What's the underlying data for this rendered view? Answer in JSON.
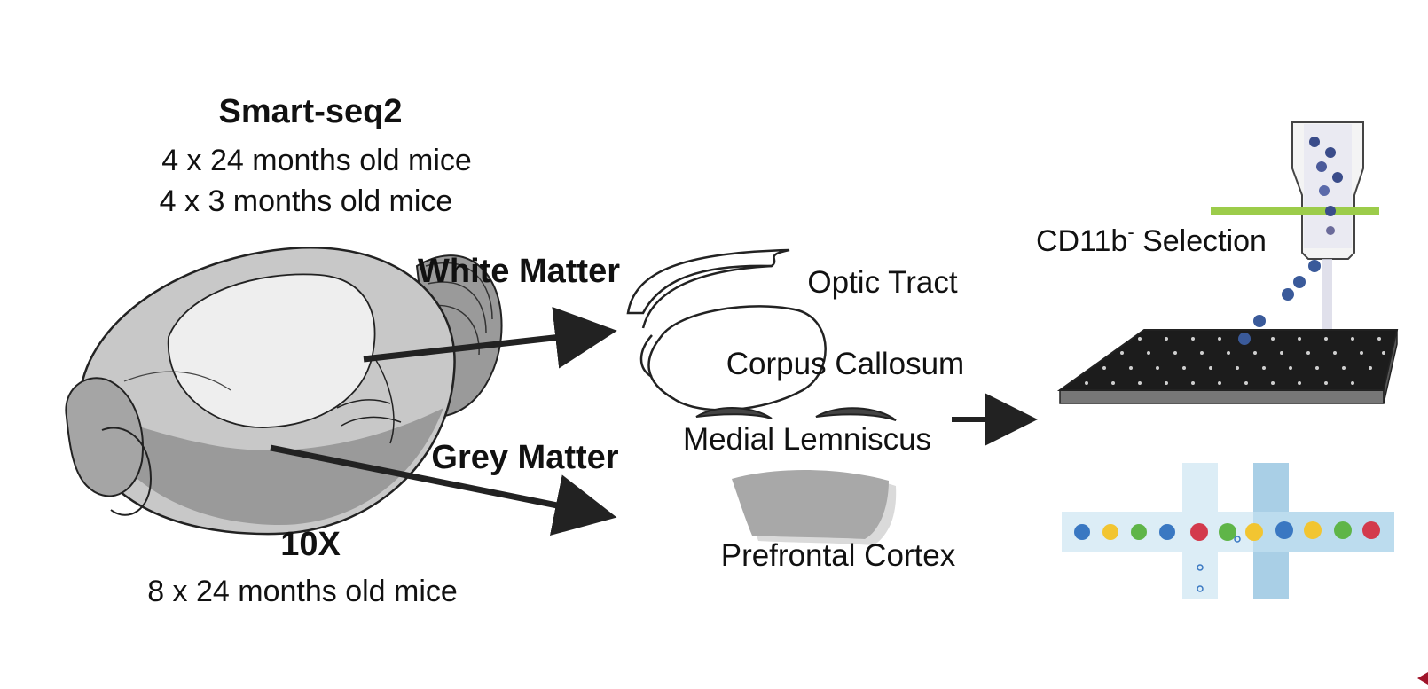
{
  "smartseq": {
    "title": "Smart-seq2",
    "line1": "4 x 24 months old mice",
    "line2": "4 x 3 months old mice"
  },
  "tenx": {
    "title": "10X",
    "line1": "8 x 24 months old mice"
  },
  "labels": {
    "white_matter": "White Matter",
    "grey_matter": "Grey Matter",
    "optic_tract": "Optic Tract",
    "corpus_callosum": "Corpus Callosum",
    "medial_lemniscus": "Medial Lemniscus",
    "prefrontal_cortex": "Prefrontal Cortex",
    "cd11b_main": "CD11b",
    "cd11b_sup": "-",
    "cd11b_tail": "Selection"
  },
  "colors": {
    "brain_light": "#eeeeee",
    "brain_mid": "#c8c8c8",
    "brain_dark": "#9a9a9a",
    "arrow": "#222222",
    "plate": "#1c1c1c",
    "microfluidic": "#cfe6f3",
    "droplet_blue": "#3a78c2",
    "droplet_yellow": "#f2c531",
    "droplet_green": "#5fb548",
    "droplet_red": "#d33a4c",
    "column_band": "#9ccc4a"
  },
  "icons": {
    "brain": "brain-illustration",
    "sorter": "facs-column-icon",
    "plate": "well-plate-icon",
    "droplets": "microfluidic-droplet-icon"
  }
}
